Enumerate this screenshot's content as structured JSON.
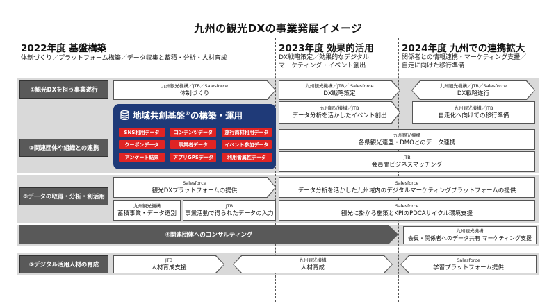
{
  "title": "九州の観光DXの事業発展イメージ",
  "phases": [
    {
      "title": "2022年度 基盤構築",
      "desc": [
        "体制づくり／プラットフォーム構築／データ収集と蓄積・分析・人材育成"
      ]
    },
    {
      "title": "2023年度 効果的活用",
      "desc": [
        "DX戦略策定／効果的なデジタル",
        "マーケティング・イベント創出"
      ]
    },
    {
      "title": "2024年度 九州での連携拡大",
      "desc": [
        "関係者との情報連携・マーケティング支援／",
        "自走に向けた移行準備"
      ]
    }
  ],
  "rows": [
    {
      "label": "①観光DXを担う事業遂行"
    },
    {
      "label": "②関連団体や組織との連携"
    },
    {
      "label": "③データの取得・分析・利活用"
    },
    {
      "label": "④関連団体へのコンサルティング"
    },
    {
      "label": "⑤デジタル活用人材の育成"
    }
  ],
  "boxes": {
    "r1_2022": {
      "small": "九州観光機構／JTB／Salesforce",
      "main": "体制づくり"
    },
    "r1_2023a": {
      "small": "九州観光機構／JTB／ Salesforce",
      "main": "DX戦略策定"
    },
    "r1_2024a": {
      "small": "九州観光機構／JTB／Salesforce",
      "main": "DX戦略遂行"
    },
    "r1_2023b": {
      "small": "九州観光機構／JTB",
      "main": "データ分析を活かしたイベント創出"
    },
    "r1_2024b": {
      "small": "九州観光機構／JTB",
      "main": "自走化へ向けての移行準備"
    },
    "r2_a": {
      "small": "九州観光機構",
      "main": "各県観光連盟・DMOとのデータ連携"
    },
    "r2_b": {
      "small": "JTB",
      "main": "会員間ビジネスマッチング"
    },
    "r3_2022": {
      "small": "Salesforce",
      "main": "観光DXプラットフォームの提供"
    },
    "r3_b": {
      "small": "Salesforce",
      "main": "データ分析を活かした九州域内のデジタルマーケティングプラットフォームの提供"
    },
    "r3_c": {
      "small": "Salesforce",
      "main": "観光に掛かる施策とKPIのPDCAサイクル環境支援"
    },
    "r3_d": {
      "small": "九州観光機構",
      "main": "蓄積事業・データ選別"
    },
    "r3_e": {
      "small": "JTB",
      "main": "事業活動で得られたデータの入力"
    },
    "r4_2024": {
      "small": "九州観光機構",
      "main": "会員・関係者へのデータ共有 マーケティング支援"
    },
    "r5_a": {
      "small": "JTB",
      "main": "人材育成支援"
    },
    "r5_b": {
      "small": "九州観光機構",
      "main": "人材育成"
    },
    "r5_c": {
      "small": "Salesforce",
      "main": "学習プラットフォーム提供"
    }
  },
  "platform": {
    "title": "地域共創基盤",
    "title_mark": "®",
    "title_suffix": "の構築・運用",
    "chips": [
      "SNS利用データ",
      "コンテンツデータ",
      "旅行商材利用データ",
      "クーポンデータ",
      "事業者データ",
      "イベント参加データ",
      "アンケート結果",
      "アプリGPSデータ",
      "利用者属性データ"
    ]
  },
  "colors": {
    "platform_bg": "#1f3a78",
    "chip": "#e02424",
    "label_bg": "#595959",
    "band": "#d9d9d9"
  },
  "icons": {
    "platform": "database-icon"
  }
}
